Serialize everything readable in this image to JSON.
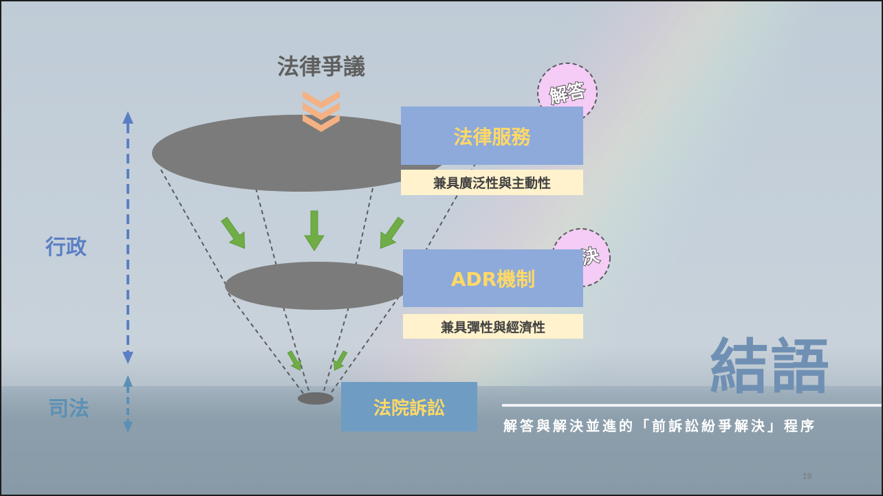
{
  "diagram": {
    "top_label": "法律爭議",
    "stages": [
      {
        "title": "法律服務",
        "subtitle": "兼具廣泛性與主動性",
        "badge": "解答"
      },
      {
        "title": "ADR機制",
        "subtitle": "兼具彈性與經濟性",
        "badge": "解決"
      },
      {
        "title": "法院訴訟"
      }
    ],
    "side_labels": {
      "administrative": "行政",
      "judicial": "司法"
    }
  },
  "slide": {
    "title": "結語",
    "subtitle": "解答與解決並進的「前訴訟紛爭解決」程序",
    "page_number": "19"
  },
  "colors": {
    "ellipse": "#7b7b7b",
    "admin_arrow": "#5b7fc4",
    "judicial_arrow": "#5b90b4",
    "stage_box": "#8eaadb",
    "court_box": "#6e9cc3",
    "box_text": "#ffd966",
    "subtitle_box": "#fff2cc",
    "badge_fill": "#f4ccf6",
    "chevron": "#f4b183",
    "green_arrow": "#70ad47",
    "title_text": "#6f90b3"
  }
}
